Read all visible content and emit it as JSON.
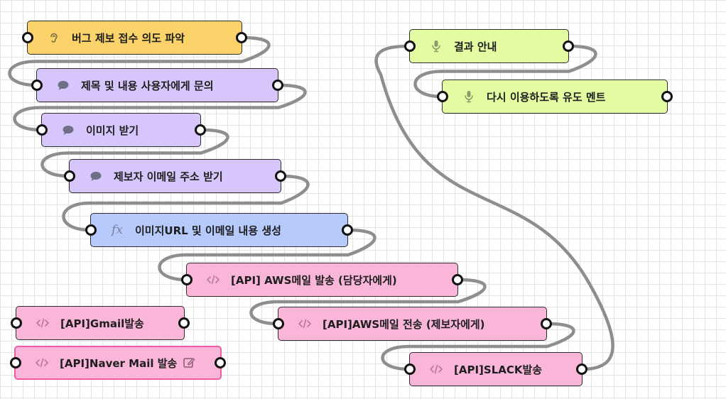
{
  "colors": {
    "intent": "#fbd36a",
    "message": "#d7c6fb",
    "function": "#b6cafb",
    "api": "#f9b6d8",
    "voice": "#e4fca1",
    "wire": "#8e8e8e",
    "selected_border": "#f25aa8"
  },
  "nodes": [
    {
      "id": "bug-intent",
      "label": "버그 제보 접수 의도 파악",
      "kind": "intent",
      "icon": "ear-icon"
    },
    {
      "id": "ask-title",
      "label": "제목 및 내용 사용자에게 문의",
      "kind": "message",
      "icon": "chat-bubble-icon"
    },
    {
      "id": "get-image",
      "label": "이미지 받기",
      "kind": "message",
      "icon": "chat-bubble-icon"
    },
    {
      "id": "get-email",
      "label": "제보자 이메일 주소 받기",
      "kind": "message",
      "icon": "chat-bubble-icon"
    },
    {
      "id": "build-content",
      "label": "이미지URL 및 이메일 내용 생성",
      "kind": "function",
      "icon": "function-icon",
      "icon_text": "fx"
    },
    {
      "id": "aws-manager",
      "label": "[API] AWS메일 발송 (담당자에게)",
      "kind": "api",
      "icon": "code-icon"
    },
    {
      "id": "gmail",
      "label": "[API]Gmail발송",
      "kind": "api",
      "icon": "code-icon"
    },
    {
      "id": "aws-reporter",
      "label": "[API]AWS메일 전송 (제보자에게)",
      "kind": "api",
      "icon": "code-icon"
    },
    {
      "id": "naver",
      "label": "[API]Naver Mail 발송",
      "kind": "api",
      "icon": "code-icon",
      "selected": true,
      "edit_icon": "edit-icon"
    },
    {
      "id": "slack",
      "label": "[API]SLACK발송",
      "kind": "api",
      "icon": "code-icon"
    },
    {
      "id": "result",
      "label": "결과 안내",
      "kind": "voice",
      "icon": "microphone-icon"
    },
    {
      "id": "retry",
      "label": "다시 이용하도록 유도 멘트",
      "kind": "voice",
      "icon": "microphone-icon"
    }
  ],
  "edges": [
    {
      "from": "bug-intent",
      "to": "ask-title"
    },
    {
      "from": "ask-title",
      "to": "get-image"
    },
    {
      "from": "get-image",
      "to": "get-email"
    },
    {
      "from": "get-email",
      "to": "build-content"
    },
    {
      "from": "build-content",
      "to": "aws-manager"
    },
    {
      "from": "aws-manager",
      "to": "aws-reporter"
    },
    {
      "from": "aws-reporter",
      "to": "slack"
    },
    {
      "from": "slack",
      "to": "result"
    },
    {
      "from": "result",
      "to": "retry"
    }
  ]
}
